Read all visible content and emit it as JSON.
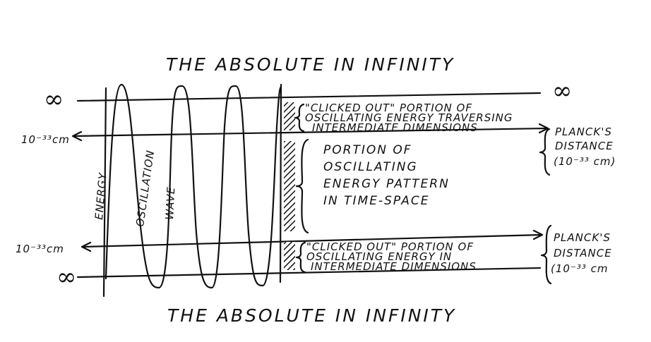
{
  "top_title": "THE ABSOLUTE IN INFINITY",
  "bottom_title": "THE ABSOLUTE IN INFINITY",
  "infinity": "∞",
  "wave_labels": {
    "energy": "ENERGY",
    "oscillation": "OSCILLATION",
    "wave": "WAVE"
  },
  "left_markers": {
    "upper": "10⁻³³cm",
    "lower": "10⁻³³cm"
  },
  "upper_note": [
    "\"CLICKED OUT\" PORTION OF",
    "OSCILLATING ENERGY TRAVERSING",
    "INTERMEDIATE DIMENSIONS"
  ],
  "middle_note": [
    "PORTION OF",
    "OSCILLATING",
    "ENERGY PATTERN",
    "IN TIME-SPACE"
  ],
  "lower_note": [
    "\"CLICKED OUT\" PORTION OF",
    "OSCILLATING ENERGY IN",
    "INTERMEDIATE DIMENSIONS"
  ],
  "planck_upper": [
    "PLANCK'S",
    "DISTANCE",
    "(10⁻³³ cm)"
  ],
  "planck_lower": [
    "PLANCK'S",
    "DISTANCE",
    "(10⁻³³ cm"
  ]
}
